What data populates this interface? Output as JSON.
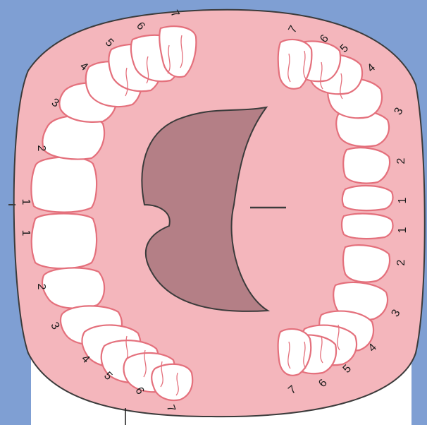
{
  "colors": {
    "background": "#7f9fd3",
    "panel": "#ffffff",
    "gum": "#f4b6bc",
    "gum_outline": "#3b3b3b",
    "tooth_outline": "#e4707c",
    "tongue_area": "#b47f86"
  },
  "tooth_numbers": {
    "upper_left": [
      "7",
      "6",
      "5",
      "4",
      "3",
      "2",
      "1"
    ],
    "lower_left": [
      "1",
      "2",
      "3",
      "4",
      "5",
      "6",
      "7"
    ],
    "upper_right": [
      "7",
      "6",
      "5",
      "4",
      "3",
      "2",
      "1"
    ],
    "lower_right": [
      "1",
      "2",
      "3",
      "4",
      "5",
      "6",
      "7"
    ]
  }
}
